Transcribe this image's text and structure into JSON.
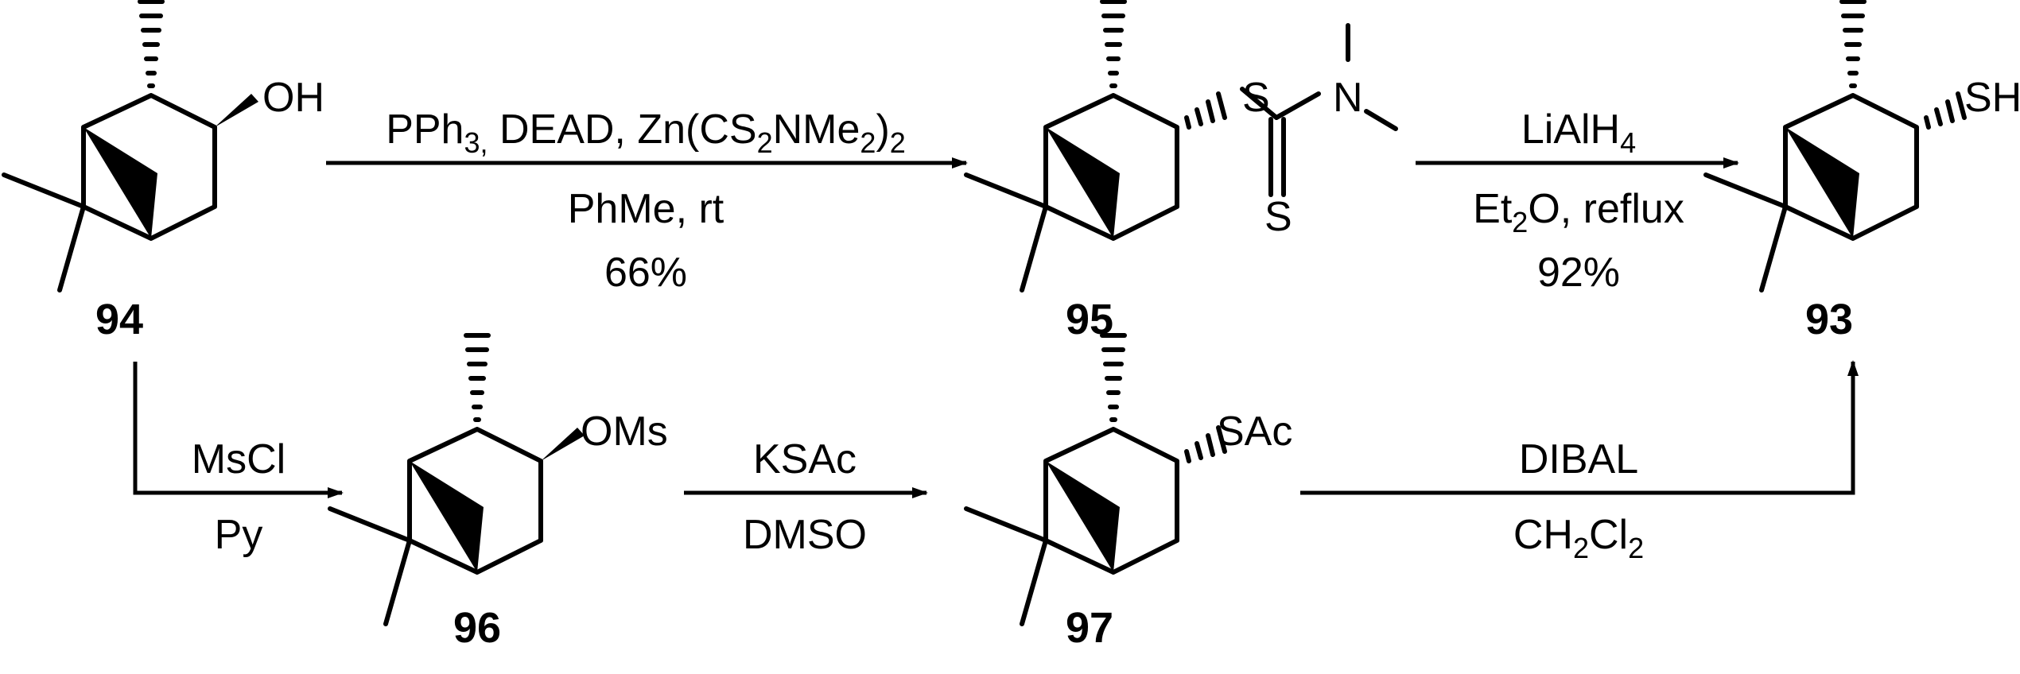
{
  "compounds": {
    "c94": {
      "number": "94",
      "substituent": "OH",
      "stereo": "wedge"
    },
    "c95": {
      "number": "95",
      "substituent_atom": "S",
      "n_atom": "N",
      "s_double": "S",
      "stereo": "hash"
    },
    "c93": {
      "number": "93",
      "substituent": "SH",
      "stereo": "hash"
    },
    "c96": {
      "number": "96",
      "substituent": "OMs",
      "stereo": "wedge"
    },
    "c97": {
      "number": "97",
      "substituent": "SAc",
      "stereo": "hash"
    }
  },
  "reactions": {
    "r1": {
      "line1_a": "PPh",
      "line1_sub1": "3,",
      "line1_b": " DEAD, Zn(CS",
      "line1_sub2": "2",
      "line1_c": "NMe",
      "line1_sub3": "2",
      "line1_d": ")",
      "line1_sub4": "2",
      "line2": "PhMe, rt",
      "yield": "66%"
    },
    "r2": {
      "line1_a": "LiAlH",
      "line1_sub1": "4",
      "line2_a": "Et",
      "line2_sub1": "2",
      "line2_b": "O, reflux",
      "yield": "92%"
    },
    "r3": {
      "above": "MsCl",
      "below": "Py"
    },
    "r4": {
      "above": "KSAc",
      "below": "DMSO"
    },
    "r5": {
      "above": "DIBAL",
      "below_a": "CH",
      "below_sub1": "2",
      "below_b": "Cl",
      "below_sub2": "2"
    }
  }
}
